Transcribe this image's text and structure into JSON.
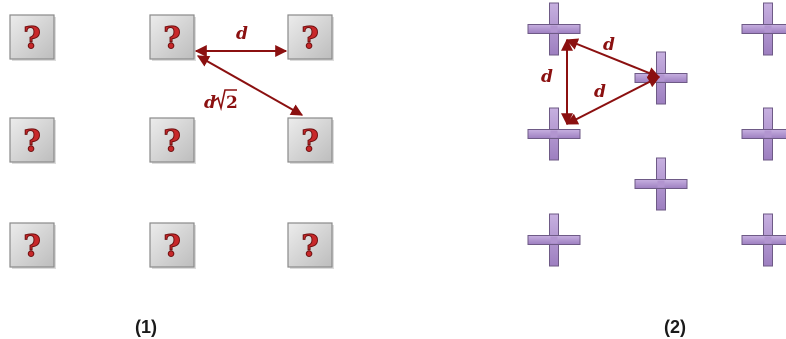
{
  "colors": {
    "arrow": "#8b1010",
    "question_fill": "#c8282a",
    "tile_fill": "#d3d3d3",
    "tile_border": "#8a8a8a",
    "cross_fill": "#b295d0",
    "cross_border": "#6e5a86"
  },
  "icons": {
    "tile": "question-mark-tile-icon",
    "cross": "purple-cross-icon"
  },
  "panel1": {
    "caption": "(1)",
    "tile_symbol": "?",
    "label_horizontal": "d",
    "label_diagonal_prefix": "d",
    "label_diagonal_radicand": "2"
  },
  "panel2": {
    "caption": "(2)",
    "label_top": "d",
    "label_left": "d",
    "label_bottom": "d"
  }
}
